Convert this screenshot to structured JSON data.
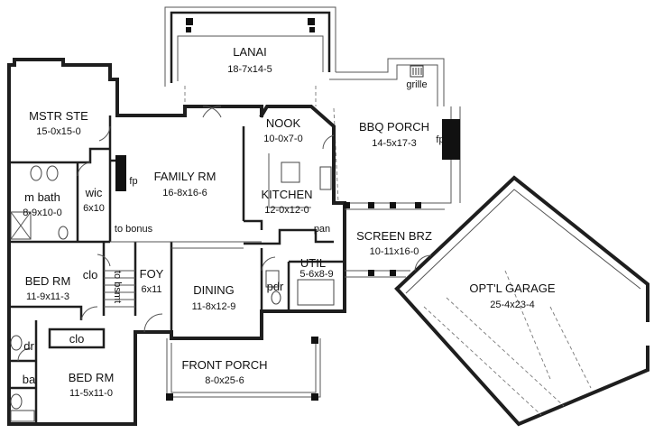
{
  "rooms": [
    {
      "key": "lanai",
      "name": "LANAI",
      "size": "18-7x14-5"
    },
    {
      "key": "bbq_porch",
      "name": "BBQ PORCH",
      "size": "14-5x17-3"
    },
    {
      "key": "mstr_ste",
      "name": "MSTR STE",
      "size": "15-0x15-0"
    },
    {
      "key": "nook",
      "name": "NOOK",
      "size": "10-0x7-0"
    },
    {
      "key": "family_rm",
      "name": "FAMILY RM",
      "size": "16-8x16-6"
    },
    {
      "key": "kitchen",
      "name": "KITCHEN",
      "size": "12-0x12-0"
    },
    {
      "key": "m_bath",
      "name": "m bath",
      "size": "8-9x10-0"
    },
    {
      "key": "wic",
      "name": "wic",
      "size": "6x10"
    },
    {
      "key": "screen_brz",
      "name": "SCREEN BRZ",
      "size": "10-11x16-0"
    },
    {
      "key": "util",
      "name": "UTIL",
      "size": "5-6x8-9"
    },
    {
      "key": "bed_rm_1",
      "name": "BED RM",
      "size": "11-9x11-3"
    },
    {
      "key": "foy",
      "name": "FOY",
      "size": "6x11"
    },
    {
      "key": "dining",
      "name": "DINING",
      "size": "11-8x12-9"
    },
    {
      "key": "opt_garage",
      "name": "OPT'L GARAGE",
      "size": "25-4x23-4"
    },
    {
      "key": "bed_rm_2",
      "name": "BED RM",
      "size": "11-5x11-0"
    },
    {
      "key": "front_porch",
      "name": "FRONT PORCH",
      "size": "8-0x25-6"
    }
  ],
  "labels": {
    "grille": "grille",
    "fp_master": "fp",
    "fp_bbq": "fp",
    "to_bonus": "to bonus",
    "to_bsmt": "to bsmt",
    "pan": "pan",
    "pdr": "pdr",
    "clo_1": "clo",
    "clo_2": "clo",
    "dr": "dr",
    "ba": "ba"
  }
}
